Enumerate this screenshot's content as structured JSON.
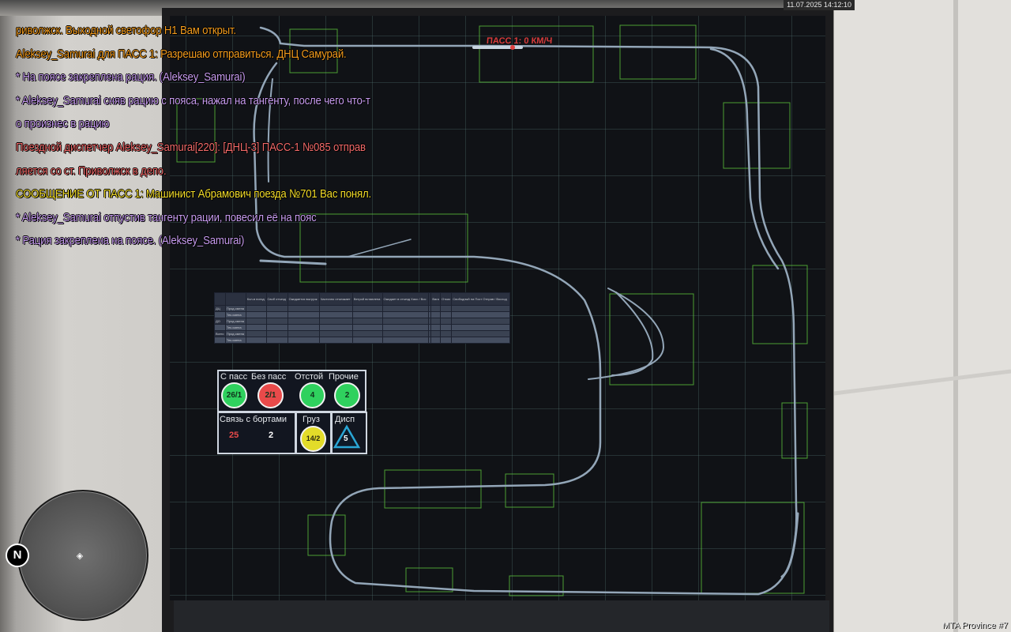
{
  "hud": {
    "timestamp": "11.07.2025 14:12:10",
    "server_name": "MTA Province #7",
    "compass_letter": "N"
  },
  "chat": [
    {
      "text": "риволжск. Выходной светофор Н1 Вам открыт.",
      "color": "#f39c1e"
    },
    {
      "text": "Aleksey_Samurai для ПАСС 1: Разрешаю отправиться. ДНЦ Самурай.",
      "color": "#f39c1e"
    },
    {
      "text": "* На поясе закреплена рация. (Aleksey_Samurai)",
      "color": "#c79cf0"
    },
    {
      "text": "* Aleksey_Samurai сняв рацию с пояса, нажал на тангенту, после чего что-т",
      "color": "#c79cf0"
    },
    {
      "text": "о произнес в рацию",
      "color": "#c79cf0"
    },
    {
      "text": "Поездной диспетчер Aleksey_Samurai[220]: [ДНЦ-3] ПАСС-1 №085 отправ",
      "color": "#f06a6a"
    },
    {
      "text": "ляется со ст. Приволжск в депо.",
      "color": "#f06a6a"
    },
    {
      "text": "СООБЩЕНИЕ ОТ ПАСС 1: Машинист Абрамович поезда №701 Вас понял.",
      "color": "#f2dc2a"
    },
    {
      "text": "* Aleksey_Samurai отпустив тангенту рации, повесил её на пояс",
      "color": "#c79cf0"
    },
    {
      "text": "* Рация закреплена на поясе. (Aleksey_Samurai)",
      "color": "#c79cf0"
    }
  ],
  "board": {
    "train_label": "ПАСС 1: 0 КМ/Ч",
    "table": {
      "headers": [
        "",
        "",
        "Кол-в поезд",
        "Своб отъезд",
        "Ожидается выгрузк",
        "Частично отъезжает",
        "Ветрой вставлена",
        "Ожидает в отъезд Хаос / Вос",
        "",
        "Вага",
        "Отказ",
        "Свободный на Пост Отправ / Восход"
      ],
      "rows": [
        {
          "group": "ДЦ",
          "label": "Прод.смена"
        },
        {
          "group": "",
          "label": "Тек.смена"
        },
        {
          "group": "ДО",
          "label": "Прод.смена"
        },
        {
          "group": "",
          "label": "Тек.смена"
        },
        {
          "group": "Всего",
          "label": "Прод.смена"
        },
        {
          "group": "",
          "label": "Тек.смена"
        }
      ]
    },
    "status": {
      "top_labels": [
        "С пасс",
        "Без пасс",
        "Отстой",
        "Прочие"
      ],
      "top_values": [
        "26/1",
        "2/1",
        "4",
        "2"
      ],
      "top_colors": [
        "#2fd15e",
        "#e84a4a",
        "#2fd15e",
        "#2fd15e"
      ],
      "comm_label": "Связь с бортами",
      "comm_red": "25",
      "comm_white": "2",
      "cargo_label": "Груз",
      "cargo_value": "14/2",
      "cargo_color": "#e3dc29",
      "disp_label": "Дисп",
      "disp_value": "5",
      "disp_color": "#2aa6d6"
    }
  }
}
